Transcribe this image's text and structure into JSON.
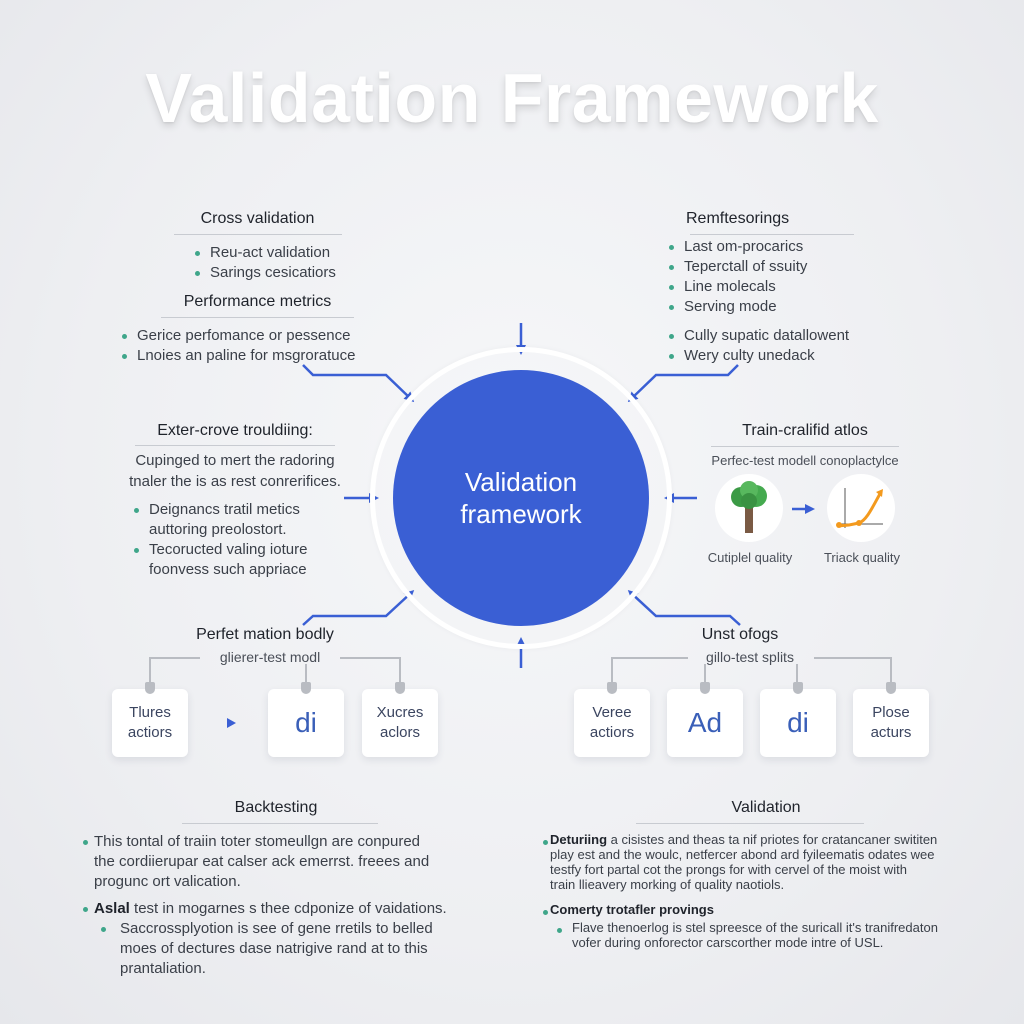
{
  "title": "Validation Framework",
  "center": {
    "line1": "Validation",
    "line2": "framework",
    "color": "#3a5fd4"
  },
  "accent_colors": {
    "arrow": "#3a5fd4",
    "bullet": "#3fa68a",
    "chart_line": "#f39a1e"
  },
  "top_left": {
    "cross_validation": {
      "title": "Cross validation",
      "items": [
        "Reu-act validation",
        "Sarings cesicatiors"
      ]
    },
    "performance_metrics": {
      "title": "Performance metrics",
      "items": [
        "Gerice perfomance or pessence",
        "Lnoies an paline for msgroratuce"
      ]
    }
  },
  "top_right": {
    "title": "Remftesorings",
    "items": [
      "Last om-procarics",
      "Teperctall of ssuity",
      "Line molecals",
      "Serving mode"
    ],
    "items2": [
      "Cully supatic datallowent",
      "Wery culty unedack"
    ]
  },
  "mid_left": {
    "title": "Exter-crove trouldiing:",
    "paragraph": [
      "Cupinged to mert the radoring",
      "tnaler the is as rest conrerifices."
    ],
    "items": [
      [
        "Deignancs tratil metics",
        "auttoring preolostort."
      ],
      [
        "Tecoructed valing ioture",
        "foonvess such appriace"
      ]
    ]
  },
  "mid_right": {
    "title": "Train-cralifid atlos",
    "subtitle": "Perfec-test modell conoplactylce",
    "icons": [
      {
        "name": "tree-icon",
        "label": "Cutiplel quality"
      },
      {
        "name": "growth-chart-icon",
        "label": "Triack quality"
      }
    ]
  },
  "bottom_left_group": {
    "title": "Perfet mation bodly",
    "subtitle": "glierer-test modl",
    "cards": [
      {
        "text": [
          "Tlures",
          "actiors"
        ],
        "big": false
      },
      {
        "text": [
          "di"
        ],
        "big": true
      },
      {
        "text": [
          "Xucres",
          "aclors"
        ],
        "big": false
      }
    ]
  },
  "bottom_right_group": {
    "title": "Unst ofogs",
    "subtitle": "gillo-test splits",
    "cards": [
      {
        "text": [
          "Veree",
          "actiors"
        ],
        "big": false
      },
      {
        "text": [
          "Ad"
        ],
        "big": true
      },
      {
        "text": [
          "di"
        ],
        "big": true
      },
      {
        "text": [
          "Plose",
          "acturs"
        ],
        "big": false
      }
    ]
  },
  "backtesting": {
    "title": "Backtesting",
    "bullet1": [
      "This tontal of traiin toter stomeullgn are conpured",
      "the cordiierupar eat calser ack emerrst. freees and",
      "progunc ort valication."
    ],
    "bullet2_bold": "Aslal",
    "bullet2_rest": " test in mogarnes s thee cdponize of vaidations.",
    "sub_bullet": [
      "Saccrossplyotion is see of gene rretils to belled",
      "moes of dectures dase natrigive rand at to this",
      "prantaliation."
    ]
  },
  "validation": {
    "title": "Validation",
    "bullet1_bold": "Deturiing",
    "bullet1_lines": [
      " a cisistes and theas ta nif priotes for cratancaner swititen",
      "play est and the woulc, netfercer abond ard fyileematis odates wee",
      "testfy fort partal cot the prongs for with cervel of the moist with",
      "train llieavery morking of quality naotiols."
    ],
    "bullet2_bold": "Comerty trotafler provings",
    "sub_bullet": [
      "Flave thenoerlog is stel spreesce of the suricall it's tranifredaton",
      "vofer during onforector carscorther mode intre of USL."
    ]
  }
}
